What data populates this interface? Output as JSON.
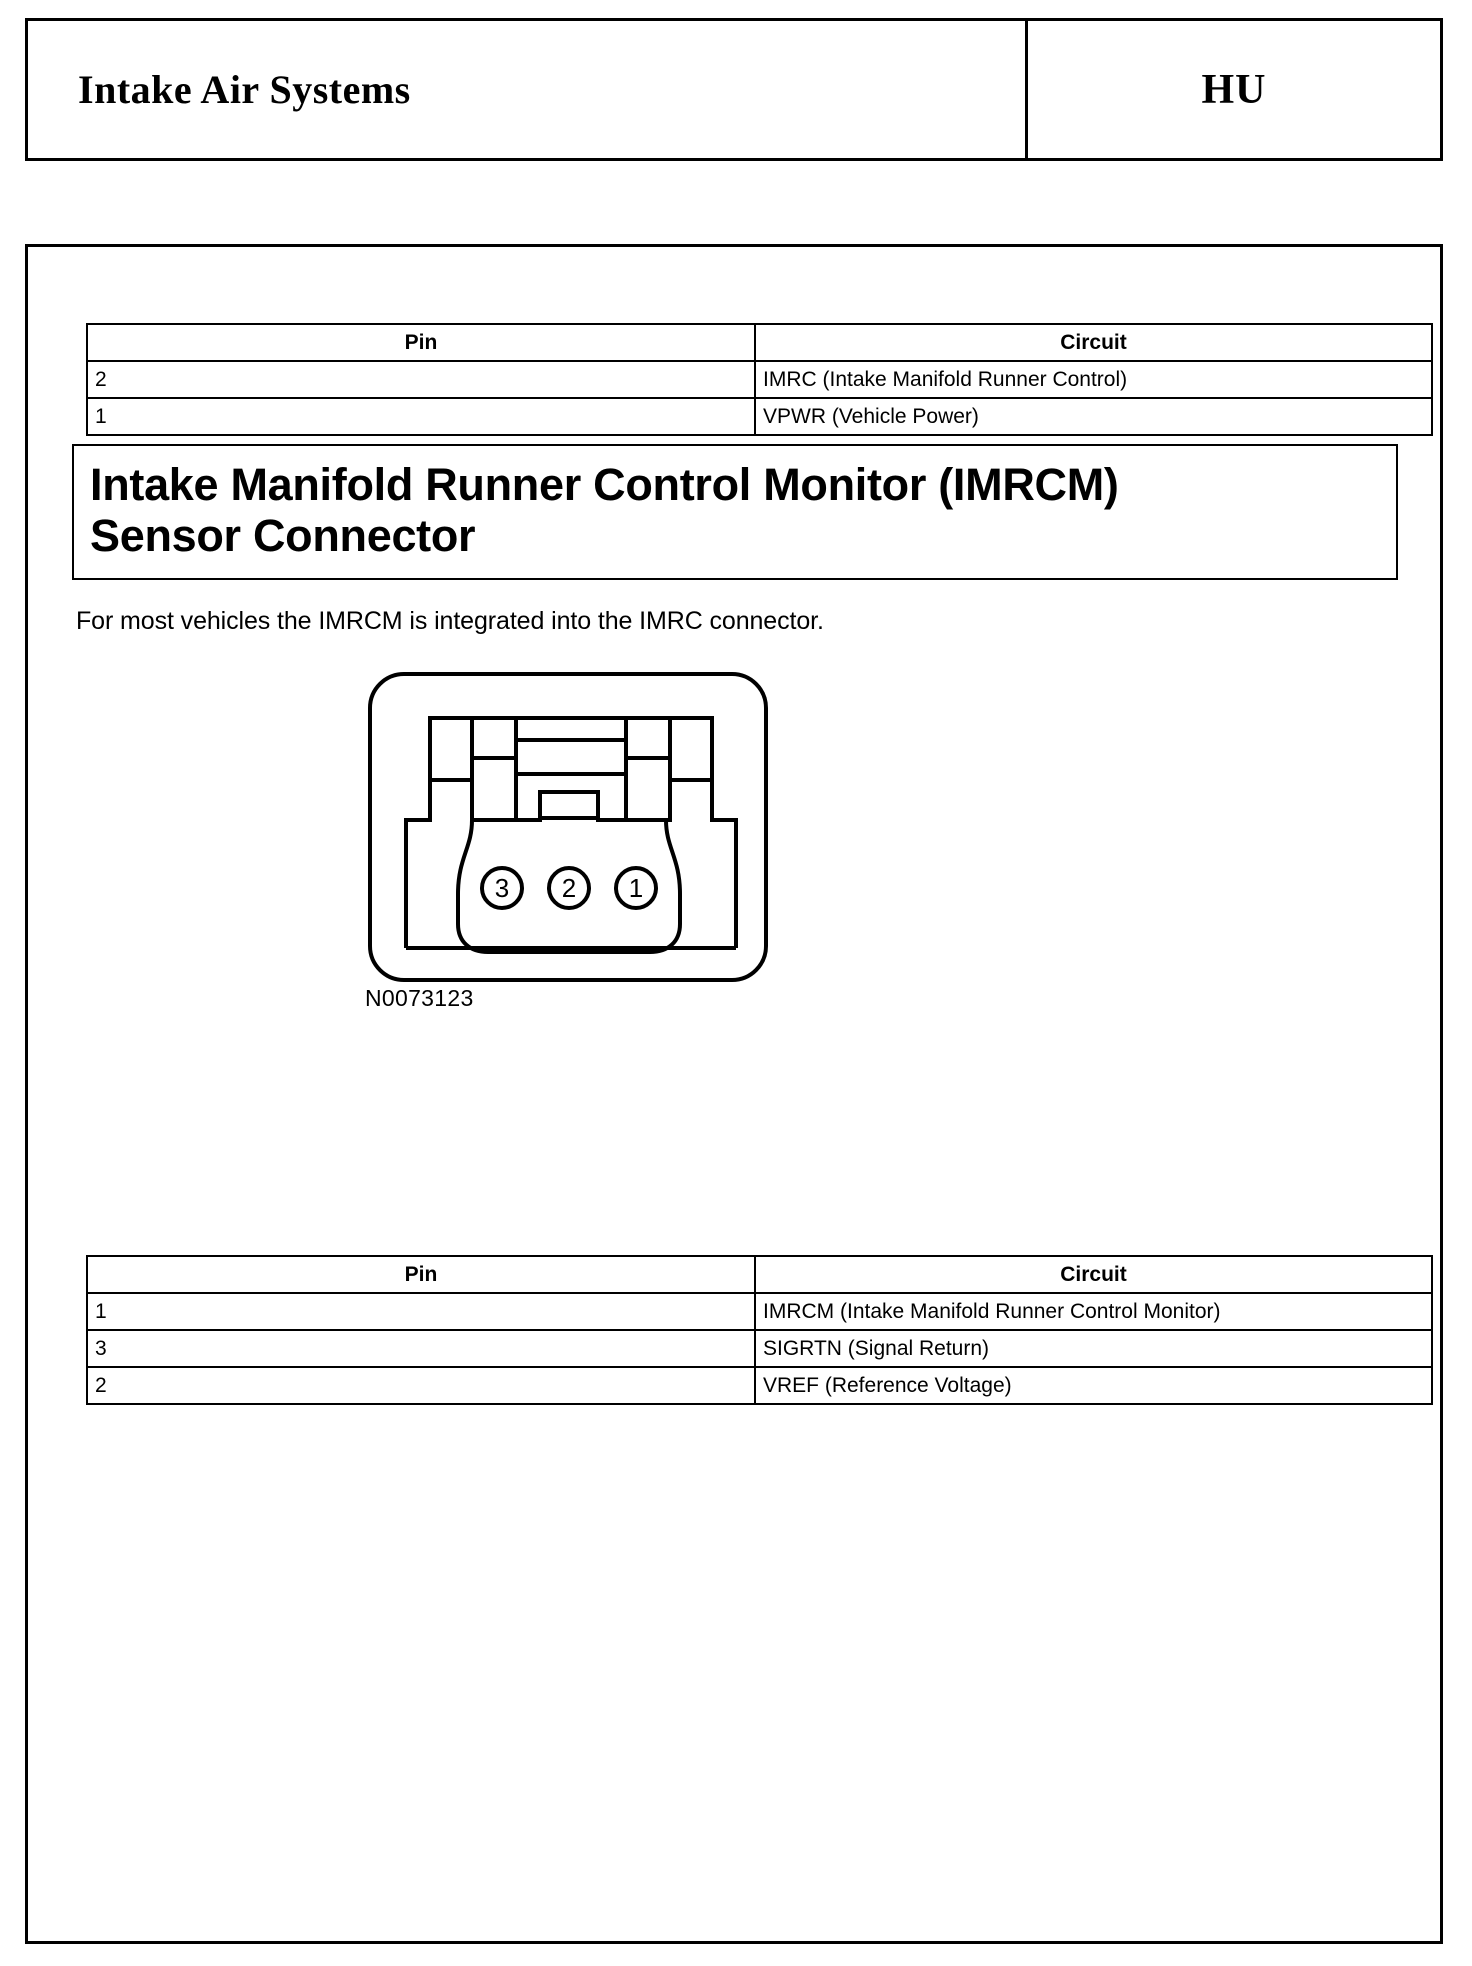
{
  "header": {
    "title": "Intake Air Systems",
    "code": "HU"
  },
  "tables": [
    {
      "name": "imrc-connector-pinout",
      "columns": [
        "Pin",
        "Circuit"
      ],
      "rows": [
        {
          "pin": "2",
          "circuit": "IMRC (Intake Manifold Runner Control)"
        },
        {
          "pin": "1",
          "circuit": "VPWR (Vehicle Power)"
        }
      ]
    },
    {
      "name": "imrcm-connector-pinout",
      "columns": [
        "Pin",
        "Circuit"
      ],
      "rows": [
        {
          "pin": "1",
          "circuit": "IMRCM (Intake Manifold Runner Control Monitor)"
        },
        {
          "pin": "3",
          "circuit": "SIGRTN (Signal Return)"
        },
        {
          "pin": "2",
          "circuit": "VREF (Reference Voltage)"
        }
      ]
    }
  ],
  "section": {
    "heading_line1": "Intake Manifold Runner Control Monitor (IMRCM)",
    "heading_line2": "Sensor Connector",
    "paragraph": "For most vehicles the IMRCM is integrated into the IMRC connector."
  },
  "diagram": {
    "caption": "N0073123",
    "pins": [
      "3",
      "2",
      "1"
    ],
    "line_color": "#000000"
  }
}
